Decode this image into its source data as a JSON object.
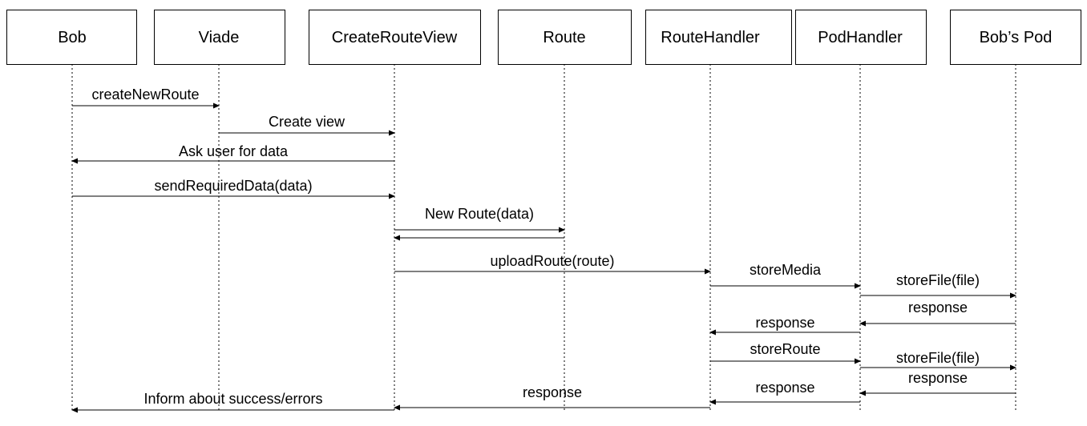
{
  "actors": [
    {
      "id": "bob",
      "label": "Bob"
    },
    {
      "id": "viade",
      "label": "Viade"
    },
    {
      "id": "createrouteview",
      "label": "CreateRouteView"
    },
    {
      "id": "route",
      "label": "Route"
    },
    {
      "id": "routehandler",
      "label": "RouteHandler"
    },
    {
      "id": "podhandler",
      "label": "PodHandler"
    },
    {
      "id": "bobspod",
      "label": "Bob’s Pod"
    }
  ],
  "messages": [
    {
      "from": "bob",
      "to": "viade",
      "label": "createNewRoute"
    },
    {
      "from": "viade",
      "to": "createrouteview",
      "label": "Create view"
    },
    {
      "from": "createrouteview",
      "to": "bob",
      "label": "Ask user for data"
    },
    {
      "from": "bob",
      "to": "createrouteview",
      "label": "sendRequiredData(data)"
    },
    {
      "from": "createrouteview",
      "to": "route",
      "label": "New Route(data)"
    },
    {
      "from": "route",
      "to": "createrouteview",
      "label": ""
    },
    {
      "from": "createrouteview",
      "to": "routehandler",
      "label": "uploadRoute(route)"
    },
    {
      "from": "routehandler",
      "to": "podhandler",
      "label": "storeMedia"
    },
    {
      "from": "podhandler",
      "to": "bobspod",
      "label": "storeFile(file)"
    },
    {
      "from": "bobspod",
      "to": "podhandler",
      "label": "response"
    },
    {
      "from": "podhandler",
      "to": "routehandler",
      "label": "response"
    },
    {
      "from": "routehandler",
      "to": "podhandler",
      "label": "storeRoute"
    },
    {
      "from": "podhandler",
      "to": "bobspod",
      "label": "storeFile(file)"
    },
    {
      "from": "bobspod",
      "to": "podhandler",
      "label": "response"
    },
    {
      "from": "podhandler",
      "to": "routehandler",
      "label": "response"
    },
    {
      "from": "routehandler",
      "to": "createrouteview",
      "label": "response"
    },
    {
      "from": "createrouteview",
      "to": "bob",
      "label": "Inform about success/errors"
    }
  ]
}
